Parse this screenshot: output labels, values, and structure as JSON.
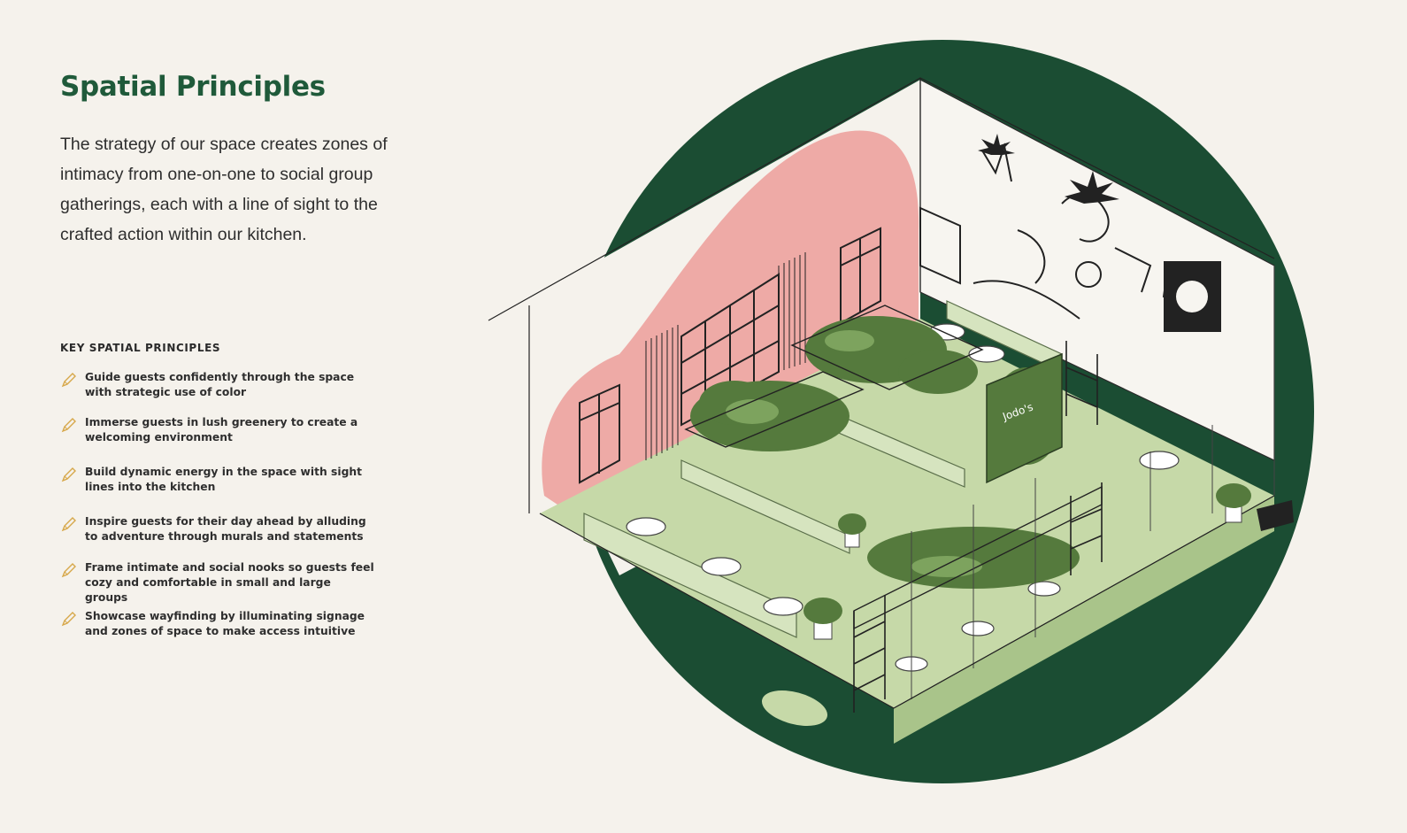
{
  "title": "Spatial Principles",
  "intro": "The strategy of our space creates zones of intimacy from one-on-one to social group gatherings, each with a line of sight to the crafted action within our kitchen.",
  "principles_heading": "KEY SPATIAL PRINCIPLES",
  "principles": [
    {
      "line1": "Guide guests confidently through the space",
      "line2": "with strategic use of color"
    },
    {
      "line1": "Immerse guests in lush greenery to create a",
      "line2": "welcoming environment"
    },
    {
      "line1": "Build dynamic energy in the space with sight",
      "line2": "lines into the kitchen"
    },
    {
      "line1": "Inspire guests for their day ahead by alluding",
      "line2": "to adventure through murals and statements"
    },
    {
      "line1": "Frame intimate and social nooks so guests feel",
      "line2": "cozy and comfortable in small and large groups"
    },
    {
      "line1": "Showcase wayfinding by illuminating signage",
      "line2": "and zones of space to make access intuitive"
    }
  ],
  "bullet_icon": "pencil-icon",
  "illustration": {
    "signage_text": "Jodo's",
    "colors": {
      "brand_green": "#1f5a3a",
      "dark_circle": "#1b4d33",
      "pink": "#eeaaa6",
      "light_green": "#c6d9a8",
      "foliage": "#557a3d",
      "bullet_gold": "#d7a84a"
    }
  }
}
